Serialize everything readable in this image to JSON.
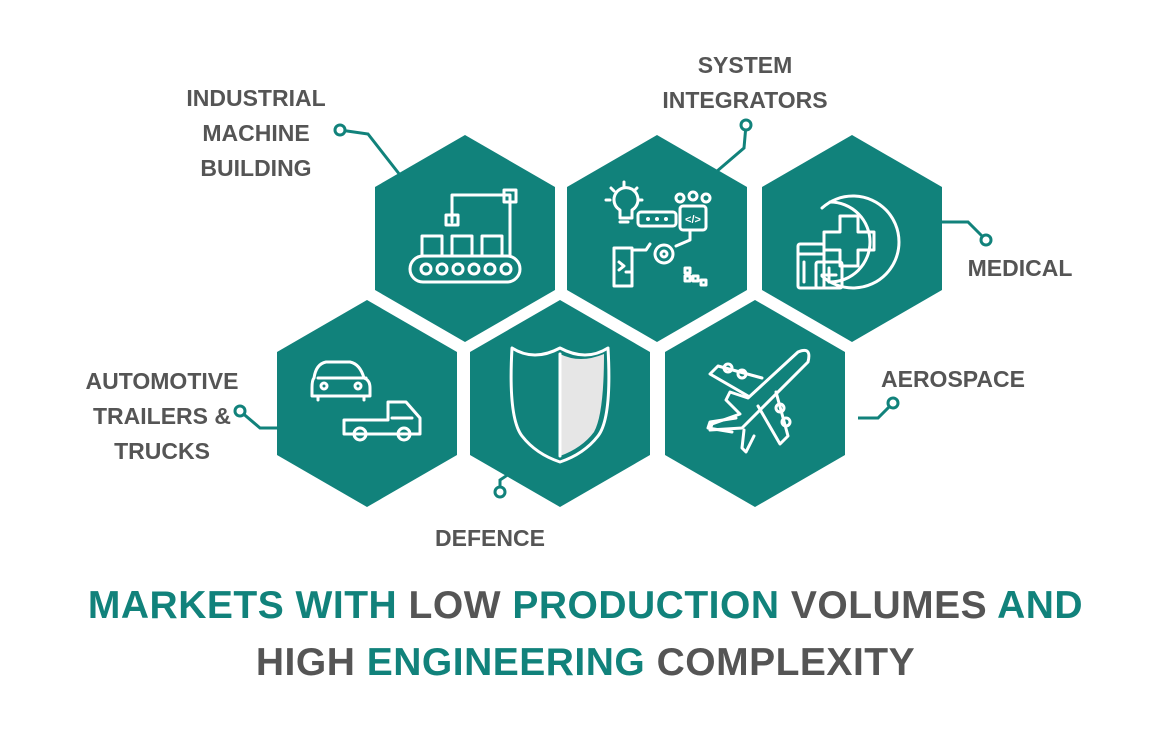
{
  "colors": {
    "accent": "#11827b",
    "text": "#555555",
    "background": "#ffffff"
  },
  "markets": [
    {
      "id": "industrial",
      "label_lines": [
        "INDUSTRIAL",
        "MACHINE",
        "BUILDING"
      ],
      "icon": "factory-conveyor-icon"
    },
    {
      "id": "system_integrators",
      "label_lines": [
        "SYSTEM",
        "INTEGRATORS"
      ],
      "icon": "integration-tech-icon"
    },
    {
      "id": "medical",
      "label_lines": [
        "MEDICAL"
      ],
      "icon": "medical-cross-icon"
    },
    {
      "id": "automotive",
      "label_lines": [
        "AUTOMOTIVE",
        "TRAILERS &",
        "TRUCKS"
      ],
      "icon": "car-truck-icon"
    },
    {
      "id": "defence",
      "label_lines": [
        "DEFENCE"
      ],
      "icon": "shield-icon"
    },
    {
      "id": "aerospace",
      "label_lines": [
        "AEROSPACE"
      ],
      "icon": "airplane-icon"
    }
  ],
  "headline": {
    "line1": [
      {
        "text": "MARKETS WITH ",
        "accent": true
      },
      {
        "text": "LOW ",
        "accent": false
      },
      {
        "text": "PRODUCTION ",
        "accent": true
      },
      {
        "text": "VOLUMES ",
        "accent": false
      },
      {
        "text": "AND",
        "accent": true
      }
    ],
    "line2": [
      {
        "text": "HIGH ",
        "accent": false
      },
      {
        "text": "ENGINEERING ",
        "accent": true
      },
      {
        "text": "COMPLEXITY",
        "accent": false
      }
    ]
  }
}
